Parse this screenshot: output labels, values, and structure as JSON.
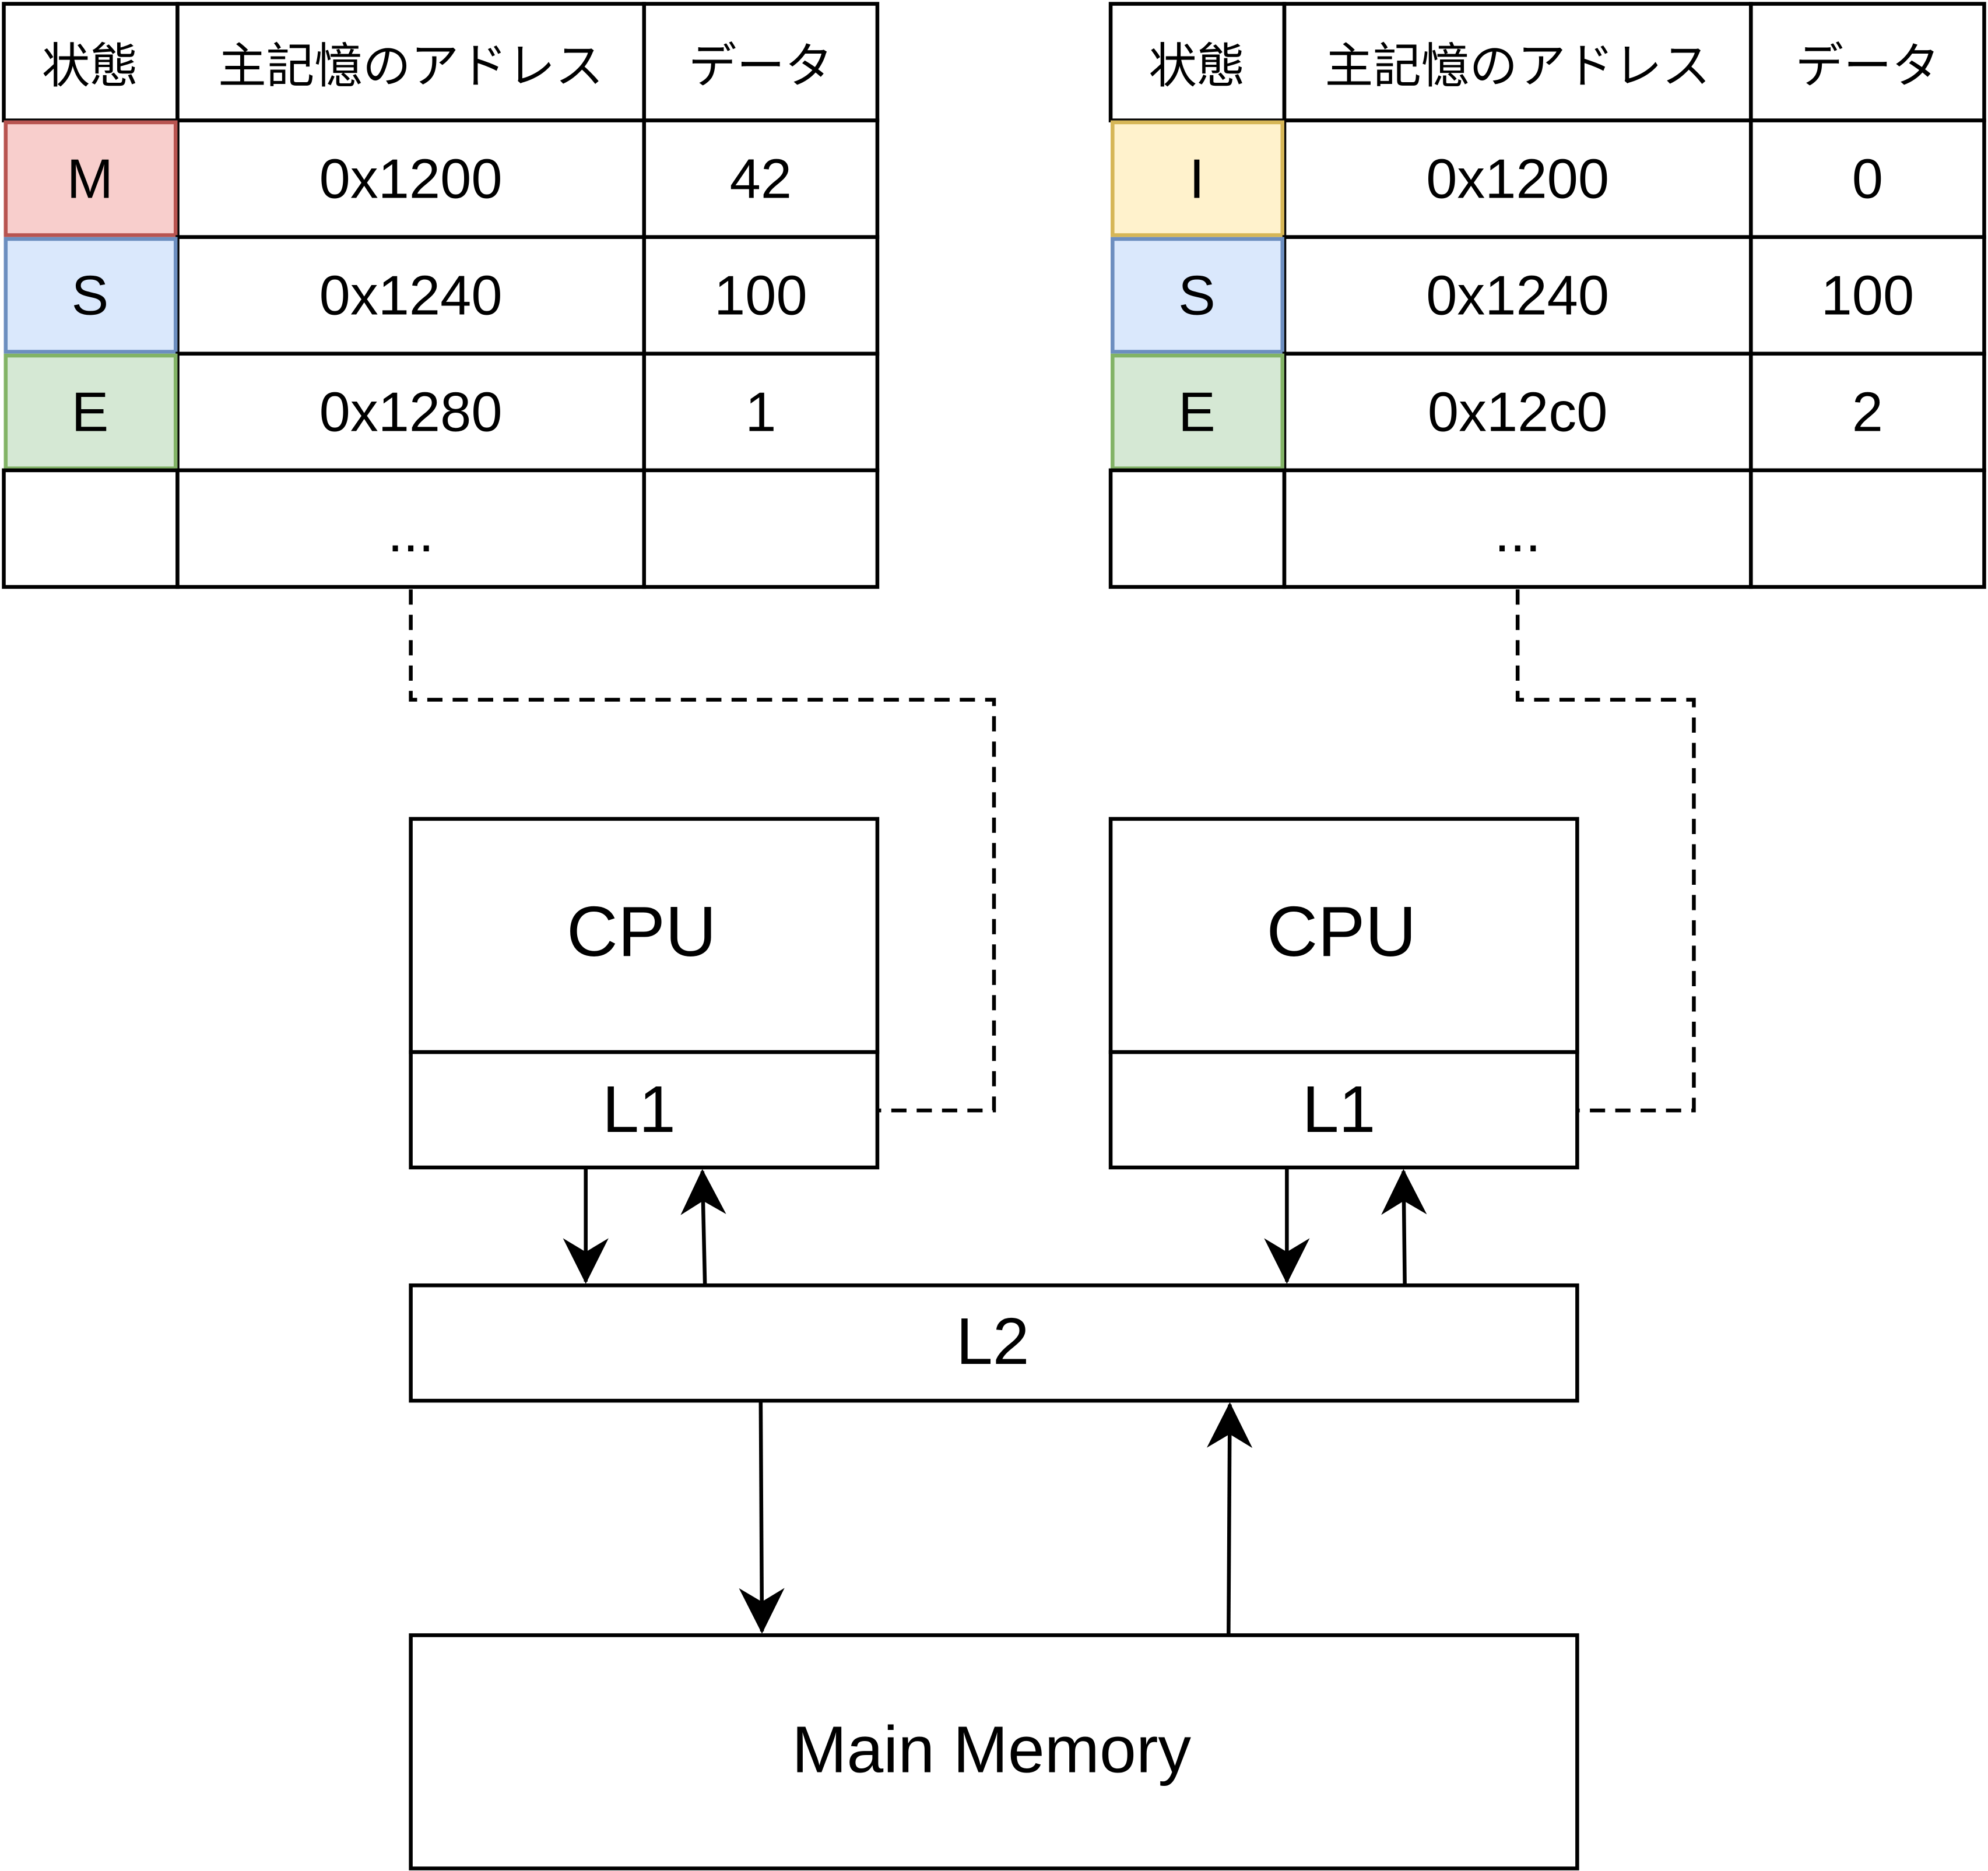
{
  "tables": [
    {
      "headers": [
        "状態",
        "主記憶のアドレス",
        "データ"
      ],
      "rows": [
        {
          "state": "M",
          "address": "0x1200",
          "data": "42",
          "fill": "#f8cecc",
          "stroke": "#b85450"
        },
        {
          "state": "S",
          "address": "0x1240",
          "data": "100",
          "fill": "#dae8fc",
          "stroke": "#6c8ebf"
        },
        {
          "state": "E",
          "address": "0x1280",
          "data": "1",
          "fill": "#d5e8d4",
          "stroke": "#82b366"
        },
        {
          "state": "",
          "address": "...",
          "data": "",
          "fill": "#ffffff",
          "stroke": "#000000"
        }
      ]
    },
    {
      "headers": [
        "状態",
        "主記憶のアドレス",
        "データ"
      ],
      "rows": [
        {
          "state": "I",
          "address": "0x1200",
          "data": "0",
          "fill": "#fff2cc",
          "stroke": "#d6b656"
        },
        {
          "state": "S",
          "address": "0x1240",
          "data": "100",
          "fill": "#dae8fc",
          "stroke": "#6c8ebf"
        },
        {
          "state": "E",
          "address": "0x12c0",
          "data": "2",
          "fill": "#d5e8d4",
          "stroke": "#82b366"
        },
        {
          "state": "",
          "address": "...",
          "data": "",
          "fill": "#ffffff",
          "stroke": "#000000"
        }
      ]
    }
  ],
  "cpus": [
    {
      "cpu_label": "CPU",
      "l1_label": "L1"
    },
    {
      "cpu_label": "CPU",
      "l1_label": "L1"
    }
  ],
  "l2_label": "L2",
  "memory_label": "Main Memory"
}
